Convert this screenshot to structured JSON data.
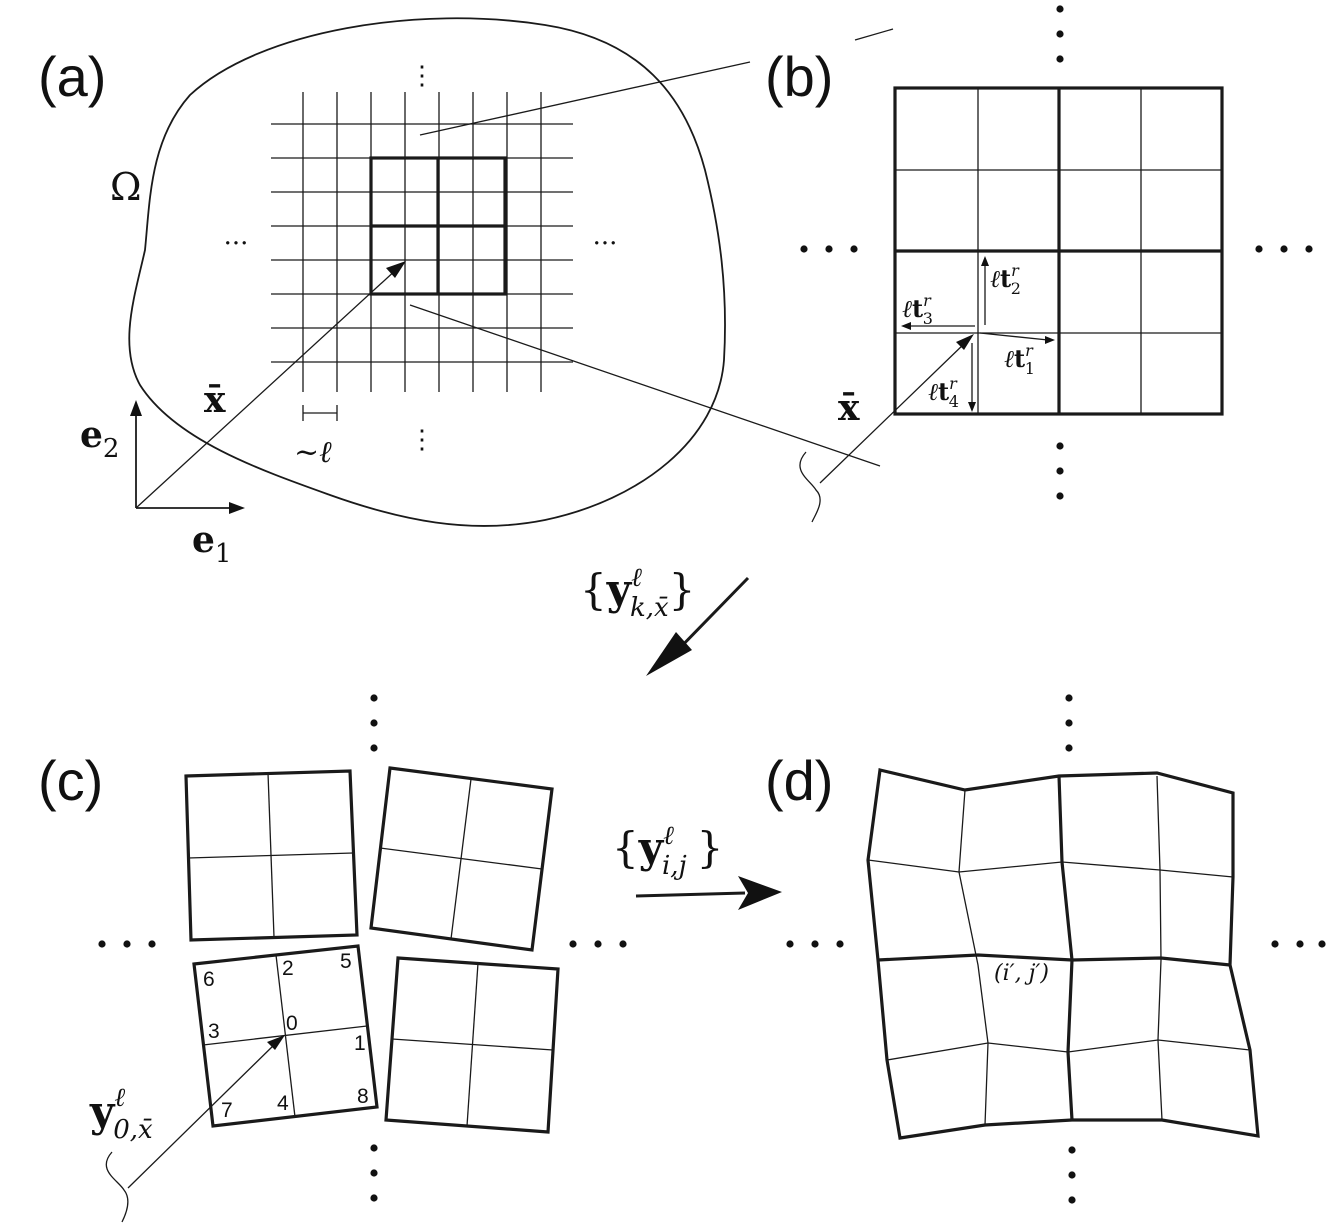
{
  "panels": {
    "a": {
      "label": "(a)",
      "domain_symbol": "Ω",
      "position_vector": "x̄",
      "basis_1": {
        "base": "e",
        "sub": "1"
      },
      "basis_2": {
        "base": "e",
        "sub": "2"
      },
      "scale": "~ℓ",
      "dots_h": "···",
      "dots_v": "⋮"
    },
    "b": {
      "label": "(b)",
      "position_vector": "x̄",
      "t1": {
        "pre": "ℓ",
        "base": "t",
        "sup": "r",
        "sub": "1"
      },
      "t2": {
        "pre": "ℓ",
        "base": "t",
        "sup": "r",
        "sub": "2"
      },
      "t3": {
        "pre": "ℓ",
        "base": "t",
        "sup": "r",
        "sub": "3"
      },
      "t4": {
        "pre": "ℓ",
        "base": "t",
        "sup": "r",
        "sub": "4"
      }
    },
    "map_k": {
      "open": "{",
      "base": "y",
      "sup": "ℓ",
      "sub": "k,x̄",
      "close": "}"
    },
    "c": {
      "label": "(c)",
      "y0": {
        "base": "y",
        "sup": "ℓ",
        "sub": "0,x̄"
      },
      "node_numbers": [
        "0",
        "1",
        "2",
        "3",
        "4",
        "5",
        "6",
        "7",
        "8"
      ]
    },
    "map_ij": {
      "open": "{",
      "base": "y",
      "sup": "ℓ",
      "sub": "i,j",
      "close": "}"
    },
    "d": {
      "label": "(d)",
      "node_label": "(i′, j′)"
    }
  }
}
